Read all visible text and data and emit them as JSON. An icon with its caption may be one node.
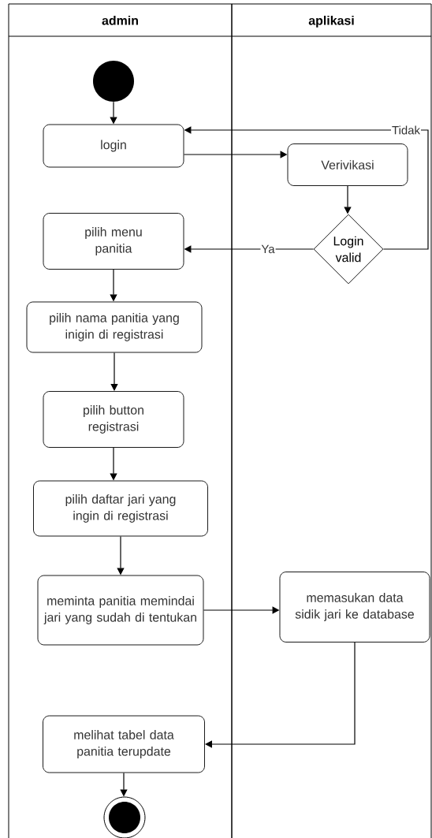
{
  "diagram": {
    "nodes": [
      {
        "text": [
          "admin"
        ]
      },
      {
        "text": [
          "aplikasi"
        ]
      },
      {
        "text": [],
        "shape": "circle",
        "in": 0
      },
      {
        "text": [
          "login"
        ],
        "in": 0
      },
      {
        "text": [
          "Verivikasi"
        ],
        "in": 1
      },
      {
        "text": [
          "Login valid"
        ],
        "in": 1
      },
      {
        "text": [
          "pilih menu panitia"
        ],
        "in": 0
      },
      {
        "text": [
          "pilih nama panitia yang inigin di registrasi"
        ],
        "in": 0
      },
      {
        "text": [
          "pilih button registrasi"
        ],
        "in": 0
      },
      {
        "text": [
          "pilih daftar jari yang ingin di registrasi"
        ],
        "in": 0
      },
      {
        "text": [
          "meminta panitia memindai jari yang sudah di tentukan"
        ],
        "in": 0
      },
      {
        "text": [
          "memasukan data sidik jari ke database"
        ],
        "in": 1
      },
      {
        "text": [
          "melihat tabel data panitia terupdate"
        ],
        "in": 0
      },
      {
        "text": [],
        "shape": "circle",
        "in": 0
      }
    ],
    "edges": [
      {
        "from": 2,
        "to": 3,
        "arrow": "to"
      },
      {
        "from": 3,
        "to": 4,
        "arrow": "to"
      },
      {
        "from": 4,
        "to": 5,
        "arrow": "to"
      },
      {
        "from": 5,
        "to": 6,
        "arrow": "to",
        "label": "Ya"
      },
      {
        "from": 5,
        "to": 3,
        "arrow": "to",
        "label": "Tidak"
      },
      {
        "from": 6,
        "to": 7,
        "arrow": "to"
      },
      {
        "from": 7,
        "to": 8,
        "arrow": "to"
      },
      {
        "from": 8,
        "to": 9,
        "arrow": "to"
      },
      {
        "from": 9,
        "to": 10,
        "arrow": "to"
      },
      {
        "from": 10,
        "to": 11,
        "arrow": "to"
      },
      {
        "from": 11,
        "to": 12,
        "arrow": "to"
      },
      {
        "from": 12,
        "to": 13,
        "arrow": "to"
      }
    ]
  }
}
